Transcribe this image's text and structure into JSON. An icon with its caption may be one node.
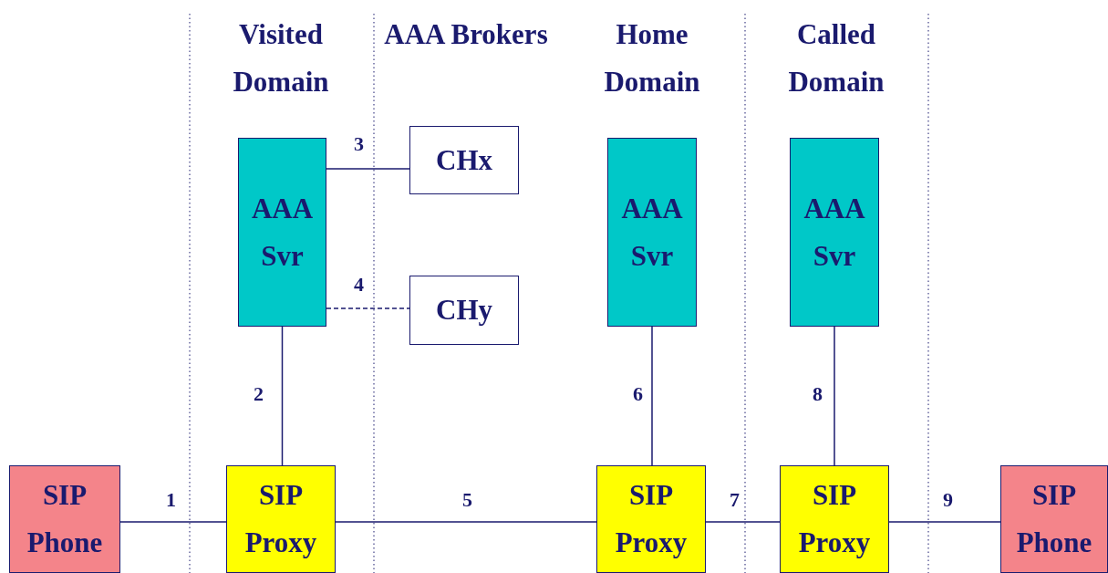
{
  "diagram": {
    "nodes": [
      {
        "text": [
          "SIP Phone"
        ]
      },
      {
        "text": [
          "SIP Proxy"
        ]
      },
      {
        "text": [
          "AAA Svr"
        ]
      },
      {
        "text": [
          "CHx"
        ]
      },
      {
        "text": [
          "CHy"
        ]
      },
      {
        "text": [
          "AAA Svr"
        ]
      },
      {
        "text": [
          "SIP Proxy"
        ]
      },
      {
        "text": [
          "AAA Svr"
        ]
      },
      {
        "text": [
          "SIP Proxy"
        ]
      },
      {
        "text": [
          "SIP Phone"
        ]
      }
    ],
    "edges": [
      {
        "from": 0,
        "to": 1,
        "arrow": "none",
        "label": "1"
      },
      {
        "from": 1,
        "to": 2,
        "arrow": "none",
        "label": "2"
      },
      {
        "from": 2,
        "to": 3,
        "arrow": "none",
        "label": "3"
      },
      {
        "from": 2,
        "to": 4,
        "arrow": "none",
        "label": "4",
        "style": "dashed"
      },
      {
        "from": 1,
        "to": 6,
        "arrow": "none",
        "label": "5"
      },
      {
        "from": 6,
        "to": 5,
        "arrow": "none",
        "label": "6"
      },
      {
        "from": 6,
        "to": 8,
        "arrow": "none",
        "label": "7"
      },
      {
        "from": 8,
        "to": 7,
        "arrow": "none",
        "label": "8"
      },
      {
        "from": 8,
        "to": 9,
        "arrow": "none",
        "label": "9"
      }
    ],
    "labels": [
      "Visited Domain",
      "AAA Brokers",
      "Home Domain",
      "Called Domain"
    ]
  }
}
